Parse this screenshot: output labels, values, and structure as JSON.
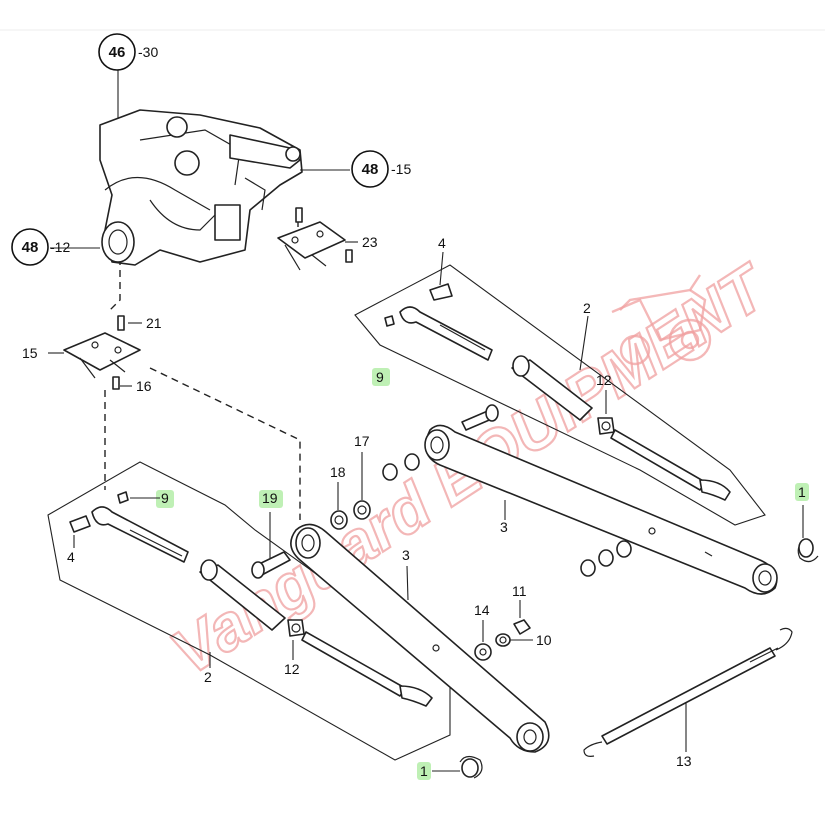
{
  "diagram": {
    "refs": [
      {
        "id": "r46",
        "num": "46",
        "suffix": "-30"
      },
      {
        "id": "r48a",
        "num": "48",
        "suffix": "-15"
      },
      {
        "id": "r48b",
        "num": "48",
        "suffix": "-12"
      }
    ],
    "callouts": {
      "c23": "23",
      "c21": "21",
      "c15": "15",
      "c16": "16",
      "c4a": "4",
      "c9a": "9",
      "c2a": "2",
      "c12a": "12",
      "c17": "17",
      "c18": "18",
      "c3a": "3",
      "c1a": "1",
      "c9b": "9",
      "c4b": "4",
      "c19": "19",
      "c3b": "3",
      "c11": "11",
      "c14": "14",
      "c10": "10",
      "c2b": "2",
      "c12b": "12",
      "c13": "13",
      "c1b": "1"
    },
    "highlighted_callouts": [
      "c9a",
      "c1a",
      "c9b",
      "c19",
      "c1b"
    ],
    "highlight_color": "#bff0b5",
    "watermark_color": "#f0a0a0"
  }
}
